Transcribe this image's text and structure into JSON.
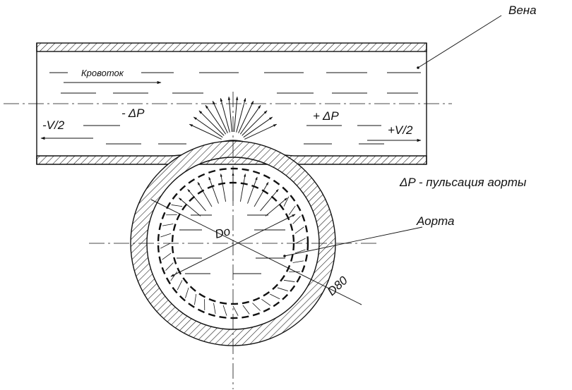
{
  "labels": {
    "vein": "Вена",
    "blood_flow": "Кровоток",
    "minus_v": "-V/2",
    "plus_v": "+V/2",
    "minus_dp": "- ΔP",
    "plus_dp": "+ ΔP",
    "legend_dp": "ΔP  - пульсация аорты",
    "aorta": "Аорта",
    "d0": "Do",
    "d80": "D80"
  },
  "colors": {
    "ink": "#111111",
    "background": "#ffffff"
  }
}
